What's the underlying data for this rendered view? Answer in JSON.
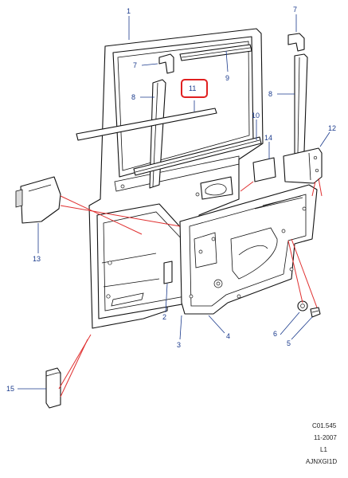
{
  "callouts": {
    "c1": "1",
    "c2": "2",
    "c3": "3",
    "c4": "4",
    "c5": "5",
    "c6": "6",
    "c7a": "7",
    "c7b": "7",
    "c8a": "8",
    "c8b": "8",
    "c9": "9",
    "c10": "10",
    "c11": "11",
    "c12": "12",
    "c13": "13",
    "c14": "14",
    "c15": "15"
  },
  "footer": {
    "ref_code": "C01.545",
    "date": "11-2007",
    "level": "L1",
    "drawing_id": "AJNXGI1D"
  },
  "colors": {
    "callout_text": "#1a3a8c",
    "highlight_box": "#e02020",
    "leader_red": "#e03030"
  }
}
